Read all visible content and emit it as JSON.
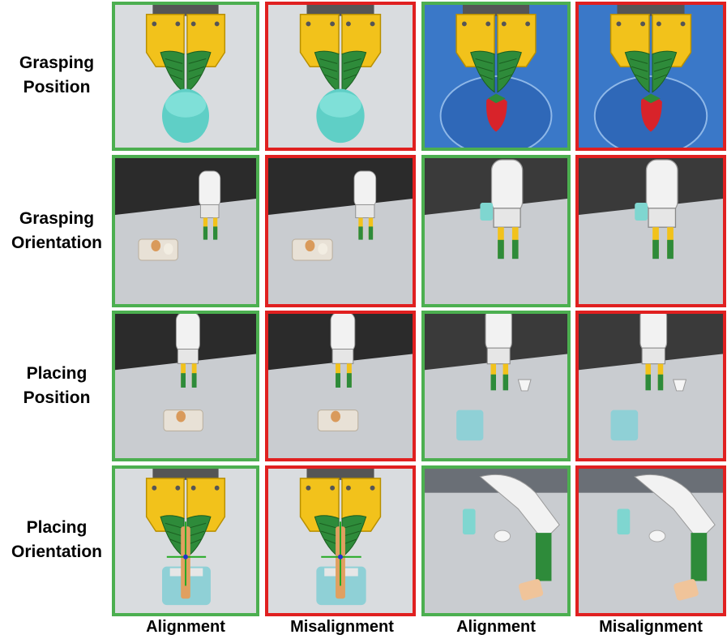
{
  "colors": {
    "alignment": "#4caf50",
    "misalignment": "#e02020"
  },
  "rows": [
    {
      "label_line1": "Grasping",
      "label_line2": "Position"
    },
    {
      "label_line1": "Grasping",
      "label_line2": "Orientation"
    },
    {
      "label_line1": "Placing",
      "label_line2": "Position"
    },
    {
      "label_line1": "Placing",
      "label_line2": "Orientation"
    }
  ],
  "columns": [
    {
      "label": "Alignment",
      "status": "alignment"
    },
    {
      "label": "Misalignment",
      "status": "misalignment"
    },
    {
      "label": "Alignment",
      "status": "alignment"
    },
    {
      "label": "Misalignment",
      "status": "misalignment"
    }
  ],
  "panels": [
    {
      "scene": "gripper-cup",
      "status": "alignment"
    },
    {
      "scene": "gripper-cup",
      "status": "misalignment"
    },
    {
      "scene": "gripper-strawberry",
      "status": "alignment"
    },
    {
      "scene": "gripper-strawberry",
      "status": "misalignment"
    },
    {
      "scene": "robot-egg-carton",
      "status": "alignment"
    },
    {
      "scene": "robot-egg-carton",
      "status": "misalignment"
    },
    {
      "scene": "robot-cup-grasp",
      "status": "alignment"
    },
    {
      "scene": "robot-cup-grasp",
      "status": "misalignment"
    },
    {
      "scene": "robot-place-egg",
      "status": "alignment"
    },
    {
      "scene": "robot-place-egg",
      "status": "misalignment"
    },
    {
      "scene": "robot-place-toaster",
      "status": "alignment"
    },
    {
      "scene": "robot-place-toaster",
      "status": "misalignment"
    },
    {
      "scene": "gripper-bread-toaster",
      "status": "alignment"
    },
    {
      "scene": "gripper-bread-toaster",
      "status": "misalignment"
    },
    {
      "scene": "robot-kitchen-table",
      "status": "alignment"
    },
    {
      "scene": "robot-kitchen-table",
      "status": "misalignment"
    }
  ]
}
